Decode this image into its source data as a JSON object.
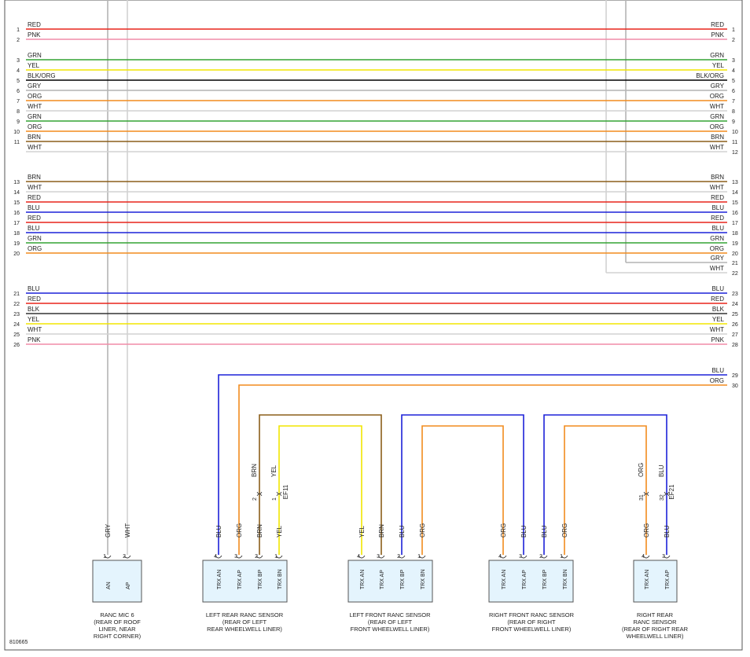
{
  "figure_id": "810665",
  "colors": {
    "RED": "#e8251c",
    "PNK": "#f08ca8",
    "GRN": "#34a333",
    "YEL": "#f2e600",
    "BLK/ORG": "#000000",
    "GRY": "#b4b4b4",
    "ORG": "#f28c1e",
    "WHT": "#d2d2d2",
    "BRN": "#8b5e1a",
    "BLU": "#1d22d9",
    "BLK": "#333333"
  },
  "bundle_a": [
    {
      "lp": "1",
      "lc": "RED",
      "rc": "RED",
      "rp": "1"
    },
    {
      "lp": "2",
      "lc": "PNK",
      "rc": "PNK",
      "rp": "2"
    },
    {
      "lp": "3",
      "lc": "GRN",
      "rc": "GRN",
      "rp": "3"
    },
    {
      "lp": "4",
      "lc": "YEL",
      "rc": "YEL",
      "rp": "4"
    },
    {
      "lp": "5",
      "lc": "BLK/ORG",
      "rc": "BLK/ORG",
      "rp": "5"
    },
    {
      "lp": "6",
      "lc": "GRY",
      "rc": "GRY",
      "rp": "6"
    },
    {
      "lp": "7",
      "lc": "ORG",
      "rc": "ORG",
      "rp": "7"
    },
    {
      "lp": "8",
      "lc": "WHT",
      "rc": "WHT",
      "rp": "8"
    },
    {
      "lp": "9",
      "lc": "GRN",
      "rc": "GRN",
      "rp": "9"
    },
    {
      "lp": "10",
      "lc": "ORG",
      "rc": "ORG",
      "rp": "10"
    },
    {
      "lp": "11",
      "lc": "BRN",
      "rc": "BRN",
      "rp": "11"
    },
    {
      "lp": "",
      "lc": "WHT",
      "rc": "WHT",
      "rp": "12"
    }
  ],
  "bundle_b": [
    {
      "lp": "13",
      "lc": "BRN",
      "rc": "BRN",
      "rp": "13"
    },
    {
      "lp": "14",
      "lc": "WHT",
      "rc": "WHT",
      "rp": "14"
    },
    {
      "lp": "15",
      "lc": "RED",
      "rc": "RED",
      "rp": "15"
    },
    {
      "lp": "16",
      "lc": "BLU",
      "rc": "BLU",
      "rp": "16"
    },
    {
      "lp": "17",
      "lc": "RED",
      "rc": "RED",
      "rp": "17"
    },
    {
      "lp": "18",
      "lc": "BLU",
      "rc": "BLU",
      "rp": "18"
    },
    {
      "lp": "19",
      "lc": "GRN",
      "rc": "GRN",
      "rp": "19"
    },
    {
      "lp": "20",
      "lc": "ORG",
      "rc": "ORG",
      "rp": "20"
    }
  ],
  "extra_right": [
    {
      "rc": "GRY",
      "rp": "21"
    },
    {
      "rc": "WHT",
      "rp": "22"
    }
  ],
  "bundle_c": [
    {
      "lp": "21",
      "lc": "BLU",
      "rc": "BLU",
      "rp": "23"
    },
    {
      "lp": "22",
      "lc": "RED",
      "rc": "RED",
      "rp": "24"
    },
    {
      "lp": "23",
      "lc": "BLK",
      "rc": "BLK",
      "rp": "25"
    },
    {
      "lp": "24",
      "lc": "YEL",
      "rc": "YEL",
      "rp": "26"
    },
    {
      "lp": "25",
      "lc": "WHT",
      "rc": "WHT",
      "rp": "27"
    },
    {
      "lp": "26",
      "lc": "PNK",
      "rc": "PNK",
      "rp": "28"
    }
  ],
  "right_feeds": [
    {
      "color": "BLU",
      "pin": "29"
    },
    {
      "color": "ORG",
      "pin": "30"
    }
  ],
  "inline_connectors": [
    {
      "name": "EF11",
      "pins": [
        {
          "pin": "2",
          "color": "BRN"
        },
        {
          "pin": "1",
          "color": "YEL"
        }
      ]
    },
    {
      "name": "EF21",
      "pins": [
        {
          "pin": "31",
          "color": "ORG"
        },
        {
          "pin": "32",
          "color": "BLU"
        }
      ]
    }
  ],
  "components": [
    {
      "name": "mic",
      "caption": [
        "RANC MIC 6",
        "(REAR OF ROOF",
        "LINER, NEAR",
        "RIGHT CORNER)"
      ],
      "pins": [
        {
          "pin": "1",
          "wire": "GRY",
          "label": "AN"
        },
        {
          "pin": "2",
          "wire": "WHT",
          "label": "AP"
        }
      ]
    },
    {
      "name": "left-rear",
      "caption": [
        "LEFT REAR RANC SENSOR",
        "(REAR OF LEFT",
        "REAR WHEELWELL LINER)"
      ],
      "pins": [
        {
          "pin": "4",
          "wire": "BLU",
          "label": "TRX AN"
        },
        {
          "pin": "3",
          "wire": "ORG",
          "label": "TRX AP"
        },
        {
          "pin": "2",
          "wire": "BRN",
          "label": "TRX BP"
        },
        {
          "pin": "1",
          "wire": "YEL",
          "label": "TRX BN"
        }
      ]
    },
    {
      "name": "left-front",
      "caption": [
        "LEFT FRONT RANC SENSOR",
        "(REAR OF LEFT",
        "FRONT WHEELWELL LINER)"
      ],
      "pins": [
        {
          "pin": "4",
          "wire": "YEL",
          "label": "TRX AN"
        },
        {
          "pin": "3",
          "wire": "BRN",
          "label": "TRX AP"
        },
        {
          "pin": "2",
          "wire": "BLU",
          "label": "TRX BP"
        },
        {
          "pin": "1",
          "wire": "ORG",
          "label": "TRX BN"
        }
      ]
    },
    {
      "name": "right-front",
      "caption": [
        "RIGHT FRONT RANC SENSOR",
        "(REAR OF RIGHT",
        "FRONT WHEELWELL LINER)"
      ],
      "pins": [
        {
          "pin": "4",
          "wire": "ORG",
          "label": "TRX AN"
        },
        {
          "pin": "3",
          "wire": "BLU",
          "label": "TRX AP"
        },
        {
          "pin": "2",
          "wire": "BLU",
          "label": "TRX BP"
        },
        {
          "pin": "1",
          "wire": "ORG",
          "label": "TRX BN"
        }
      ]
    },
    {
      "name": "right-rear",
      "caption": [
        "RIGHT REAR",
        "RANC SENSOR",
        "(REAR OF RIGHT REAR",
        "WHEELWELL LINER)"
      ],
      "pins": [
        {
          "pin": "4",
          "wire": "ORG",
          "label": "TRX AN"
        },
        {
          "pin": "3",
          "wire": "BLU",
          "label": "TRX AP"
        }
      ]
    }
  ]
}
